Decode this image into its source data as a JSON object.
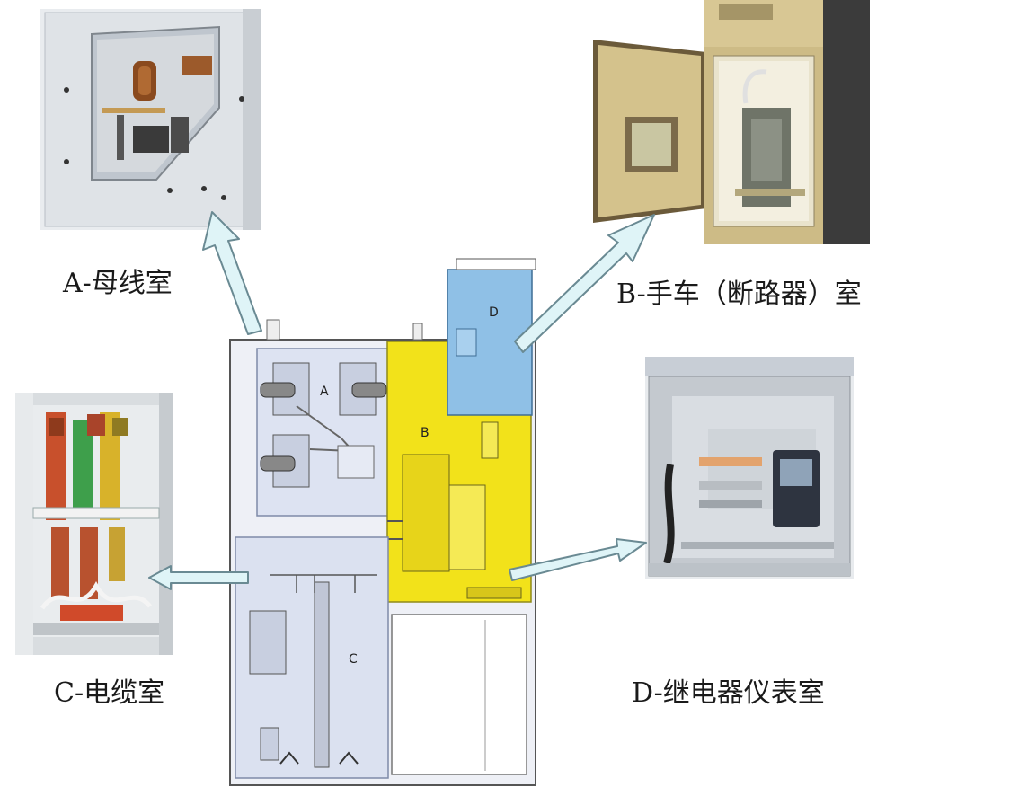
{
  "captions": {
    "a": "A-母线室",
    "b": "B-手车（断路器）室",
    "c": "C-电缆室",
    "d": "D-继电器仪表室"
  },
  "cabinet_labels": {
    "a": "A",
    "b": "B",
    "c": "C",
    "d": "D"
  },
  "photos": {
    "a": "busbar-compartment-photo",
    "b": "circuit-breaker-truck-compartment-photo",
    "c": "cable-compartment-photo",
    "d": "relay-instrument-compartment-photo"
  },
  "colors": {
    "compartment_a": "#dde3f2",
    "compartment_b": "#f2e21a",
    "compartment_c": "#dbe1f0",
    "compartment_d": "#8fc0e6",
    "arrow_fill": "#dff4f7",
    "arrow_stroke": "#6a8a93"
  }
}
